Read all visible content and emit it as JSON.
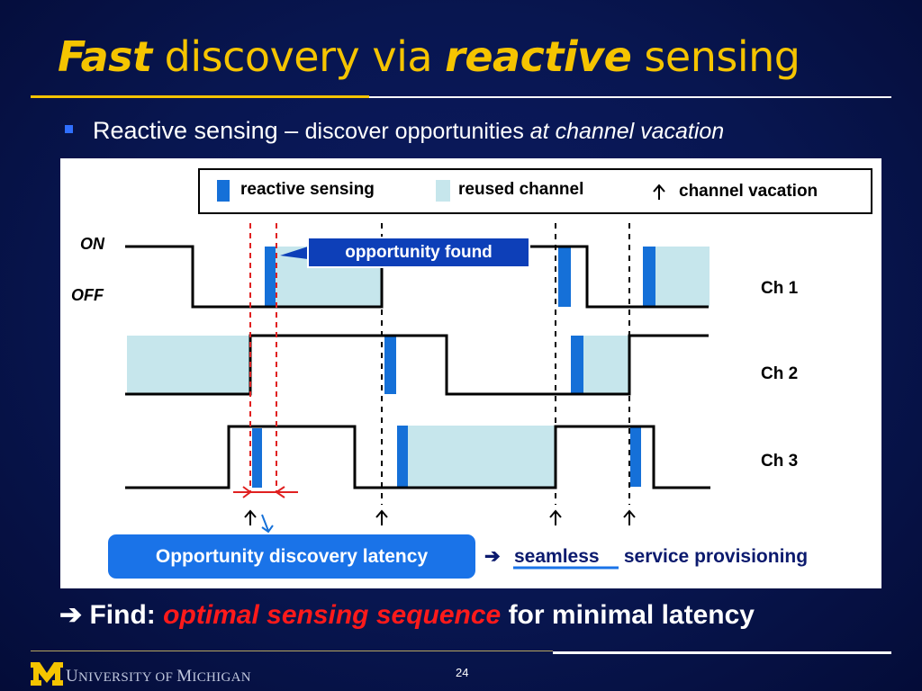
{
  "slide": {
    "title_part1": "Fast",
    "title_part2": " discovery via ",
    "title_part3": "reactive",
    "title_part4": " sensing",
    "bullet_main": "Reactive sensing – ",
    "bullet_small": "discover opportunities ",
    "bullet_italic": "at channel vacation",
    "find_arrow": "➔",
    "find_label": " Find: ",
    "find_red": "optimal sensing sequence",
    "find_rest": " for minimal latency",
    "university": "NIVERSITY OF ",
    "university_cap1": "U",
    "university_cap2": "M",
    "university_rest": "ICHIGAN",
    "page_number": "24"
  },
  "legend": {
    "reactive_sensing": "reactive sensing",
    "reused_channel": "reused channel",
    "channel_vacation": "channel vacation"
  },
  "diagram": {
    "on_label": "ON",
    "off_label": "OFF",
    "channels": [
      "Ch 1",
      "Ch 2",
      "Ch 3"
    ],
    "opportunity_found": "opportunity found",
    "latency_box": "Opportunity discovery latency",
    "seamless_arrow": "➔",
    "seamless": "seamless",
    "service_provisioning": " service provisioning"
  },
  "colors": {
    "title_yellow": "#f5c400",
    "sensing_blue": "#1570d8",
    "reused_cyan": "#c6e6ec",
    "latency_box_blue": "#1a73e8",
    "dark_navy_text": "#0b1a6e",
    "red_emphasis": "#ff1a1a"
  }
}
